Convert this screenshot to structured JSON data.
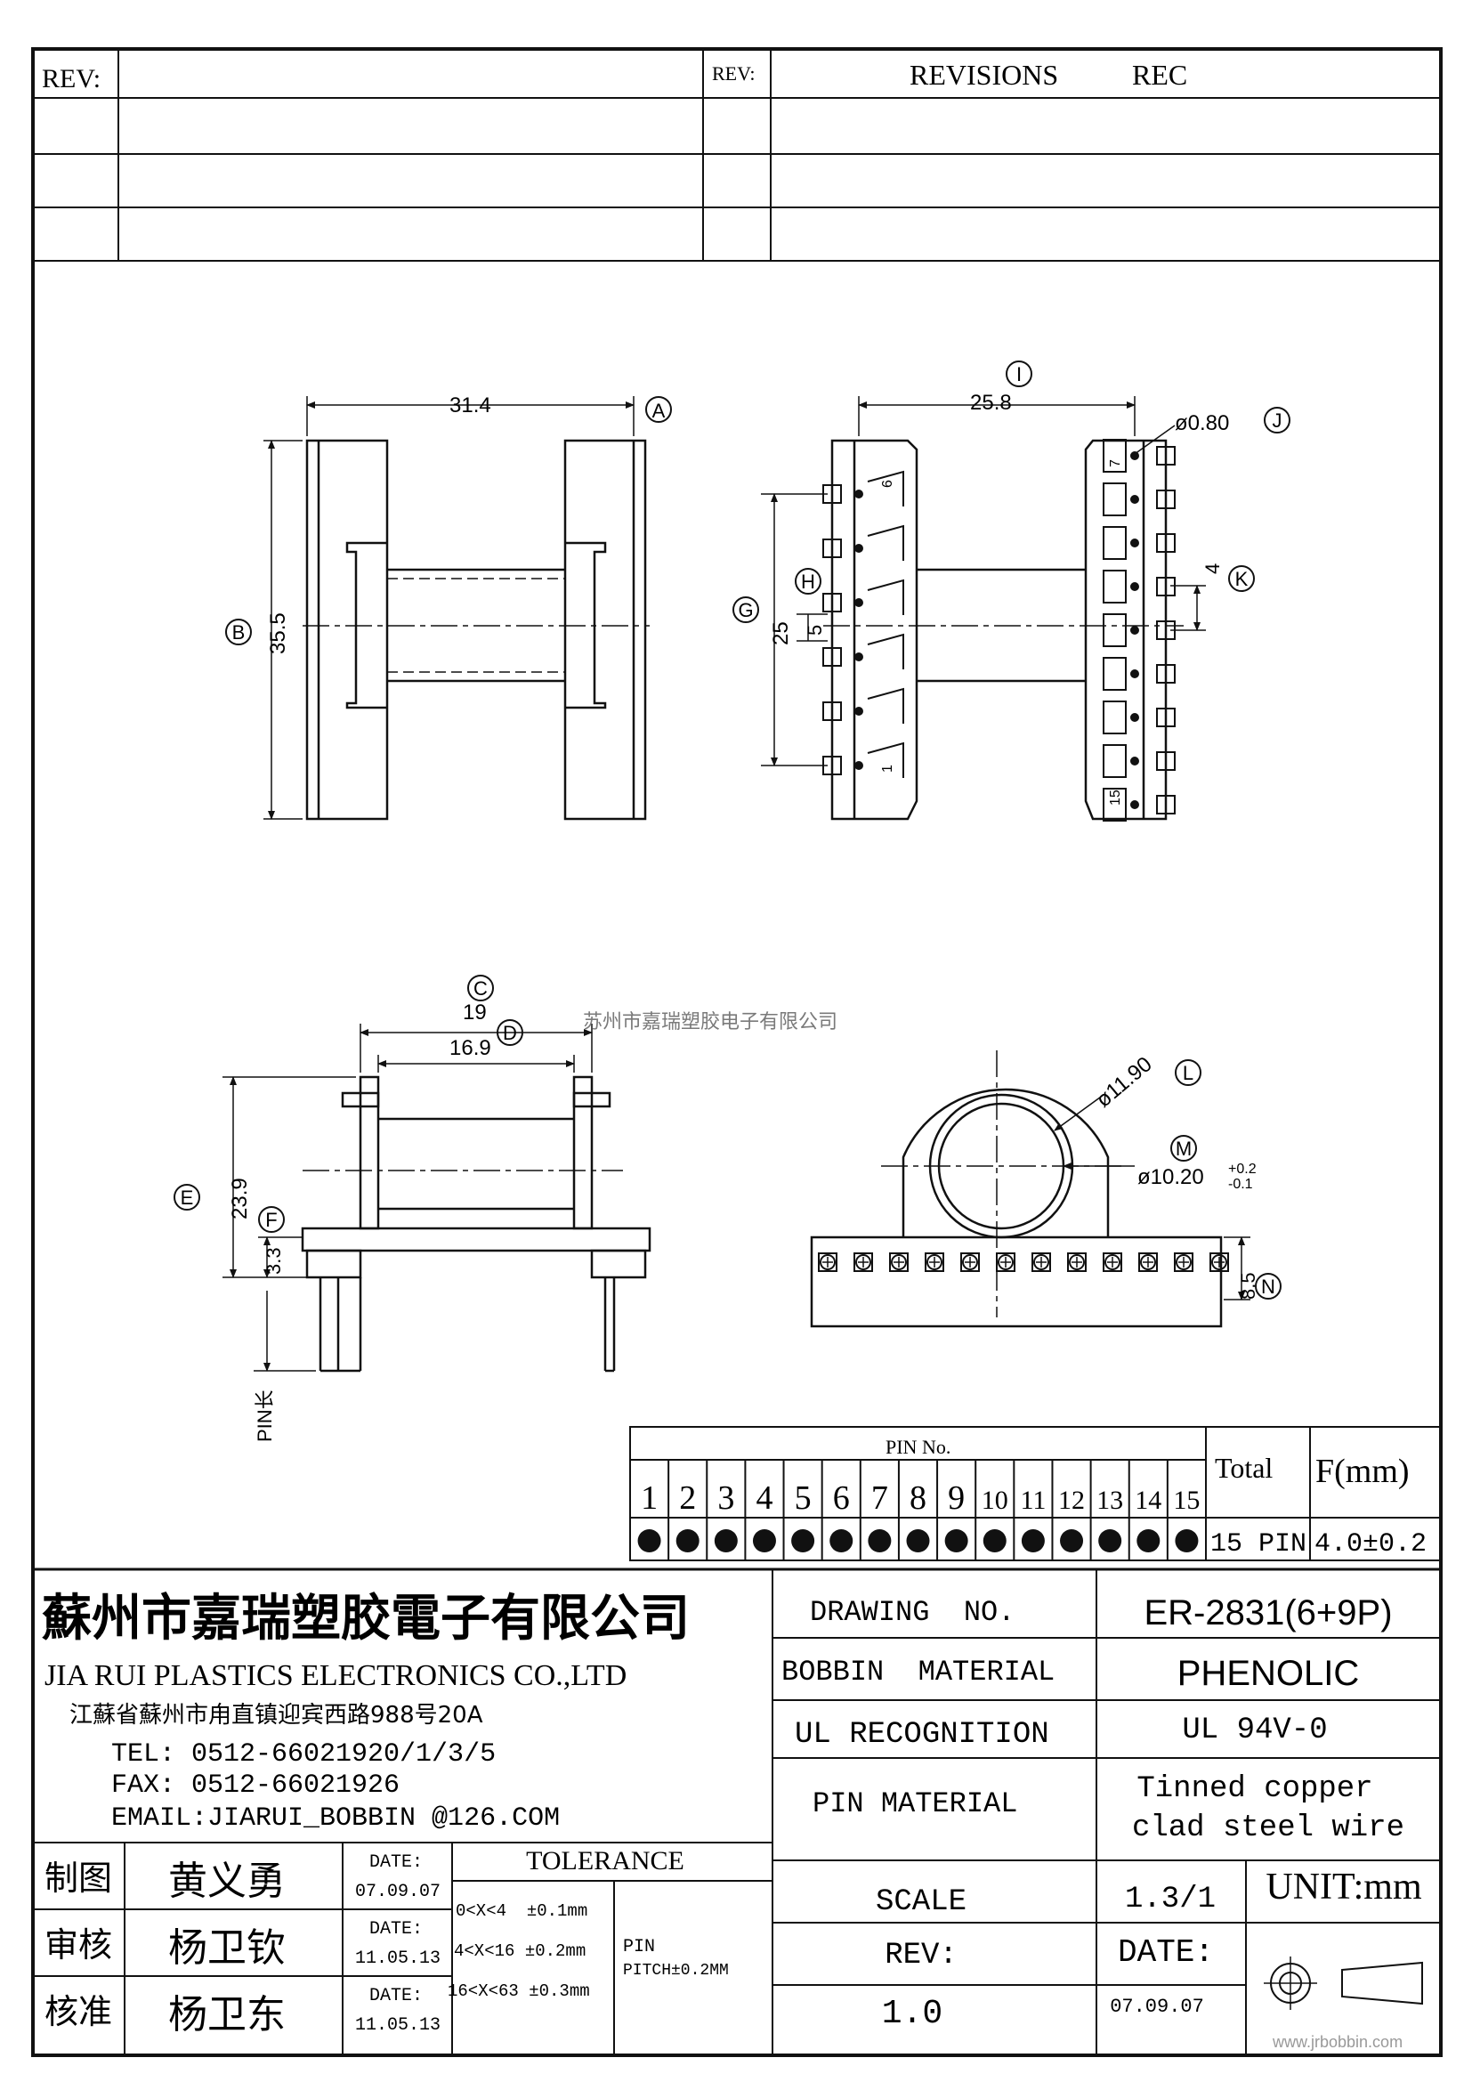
{
  "revision_table": {
    "col1_header": "REV:",
    "col2_header": "REV:",
    "col3_header": "REVISIONS",
    "col4_header": "REC"
  },
  "drawings": {
    "front_view": {
      "width": "31.4",
      "width_callout": "A",
      "height": "35.5",
      "height_callout": "B"
    },
    "side_view": {
      "span": "25.8",
      "span_callout": "I",
      "hole": "ø0.80",
      "hole_callout": "J",
      "pitch_right": "4",
      "pitch_right_callout": "K",
      "span_left": "25",
      "span_left_callout": "G",
      "pitch_left": "5",
      "pitch_left_callout": "H",
      "pin_label_6": "6",
      "pin_label_1": "1",
      "pin_label_7": "7",
      "pin_label_15": "15"
    },
    "section_view": {
      "outer_width": "19",
      "outer_width_callout": "C",
      "inner_width": "16.9",
      "inner_width_callout": "D",
      "height": "23.9",
      "height_callout": "E",
      "base": "3.3",
      "base_callout": "F",
      "pin_label": "PIN长"
    },
    "bottom_view": {
      "outer_dia": "ø11.90",
      "outer_dia_callout": "L",
      "inner_dia": "ø10.20",
      "inner_dia_tol_plus": "+0.2",
      "inner_dia_tol_minus": "-0.1",
      "inner_dia_callout": "M",
      "height": "8.5",
      "height_callout": "N"
    },
    "watermark_text": "苏州市嘉瑞塑胶电子有限公司"
  },
  "pin_table": {
    "header": "PIN No.",
    "pins": [
      "1",
      "2",
      "3",
      "4",
      "5",
      "6",
      "7",
      "8",
      "9",
      "10",
      "11",
      "12",
      "13",
      "14",
      "15"
    ],
    "pin_filled": [
      true,
      true,
      true,
      true,
      true,
      true,
      true,
      true,
      true,
      true,
      true,
      true,
      true,
      true,
      true
    ],
    "total_header": "Total",
    "f_header": "F(mm)",
    "total_value": "15 PIN",
    "f_value": "4.0±0.2"
  },
  "company": {
    "name_cn": "蘇州市嘉瑞塑胶電子有限公司",
    "name_en": "JIA RUI PLASTICS ELECTRONICS CO.,LTD",
    "address": "江蘇省蘇州市甪直镇迎宾西路988号20A",
    "tel": "TEL: 0512-66021920/1/3/5",
    "fax": "FAX: 0512-66021926",
    "email": "EMAIL:JIARUI_BOBBIN @126.COM"
  },
  "spec": {
    "drawing_no_label": "DRAWING  NO.",
    "drawing_no_value": "ER-2831(6+9P)",
    "bobbin_material_label": "BOBBIN  MATERIAL",
    "bobbin_material_value": "PHENOLIC",
    "ul_label": "UL RECOGNITION",
    "ul_value": "UL 94V-0",
    "pin_material_label": "PIN MATERIAL",
    "pin_material_value_1": "Tinned copper",
    "pin_material_value_2": "clad steel wire",
    "scale_label": "SCALE",
    "scale_value": "1.3/1",
    "rev_label": "REV:",
    "rev_value": "1.0",
    "unit": "UNIT:mm",
    "date_label": "DATE:",
    "date_value": "07.09.07"
  },
  "approvals": [
    {
      "role": "制图",
      "name": "黄义勇",
      "date_label": "DATE:",
      "date": "07.09.07"
    },
    {
      "role": "审核",
      "name": "杨卫钦",
      "date_label": "DATE:",
      "date": "11.05.13"
    },
    {
      "role": "核准",
      "name": "杨卫东",
      "date_label": "DATE:",
      "date": "11.05.13"
    }
  ],
  "tolerance": {
    "header": "TOLERANCE",
    "rows": [
      "0<X<4  ±0.1mm",
      "4<X<16 ±0.2mm",
      "16<X<63 ±0.3mm"
    ],
    "pin_label": "PIN",
    "pin_pitch": "PITCH±0.2MM"
  },
  "footer_url": "www.jrbobbin.com"
}
